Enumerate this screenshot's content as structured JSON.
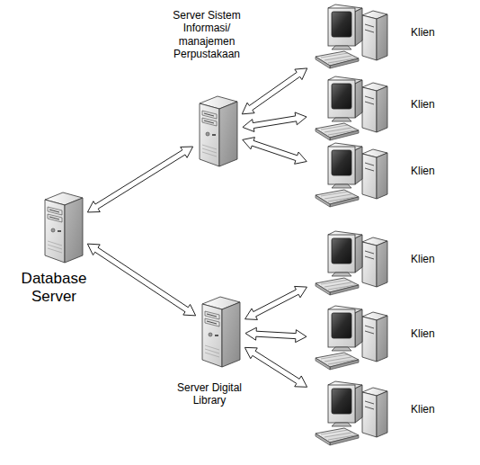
{
  "diagram": {
    "nodes": [
      {
        "text": [
          "Database Server"
        ]
      },
      {
        "text": [
          "Server Sistem Informasi/ manajemen Perpustakaan"
        ]
      },
      {
        "text": [
          "Server Digital Library"
        ]
      },
      {
        "text": [
          "Klien"
        ]
      },
      {
        "text": [
          "Klien"
        ]
      },
      {
        "text": [
          "Klien"
        ]
      },
      {
        "text": [
          "Klien"
        ]
      },
      {
        "text": [
          "Klien"
        ]
      },
      {
        "text": [
          "Klien"
        ]
      }
    ],
    "edges": [
      {
        "from": 0,
        "to": 1,
        "arrow": "both"
      },
      {
        "from": 0,
        "to": 2,
        "arrow": "both"
      },
      {
        "from": 1,
        "to": 3,
        "arrow": "both"
      },
      {
        "from": 1,
        "to": 4,
        "arrow": "both"
      },
      {
        "from": 1,
        "to": 5,
        "arrow": "both"
      },
      {
        "from": 2,
        "to": 6,
        "arrow": "both"
      },
      {
        "from": 2,
        "to": 7,
        "arrow": "both"
      },
      {
        "from": 2,
        "to": 8,
        "arrow": "both"
      }
    ]
  }
}
